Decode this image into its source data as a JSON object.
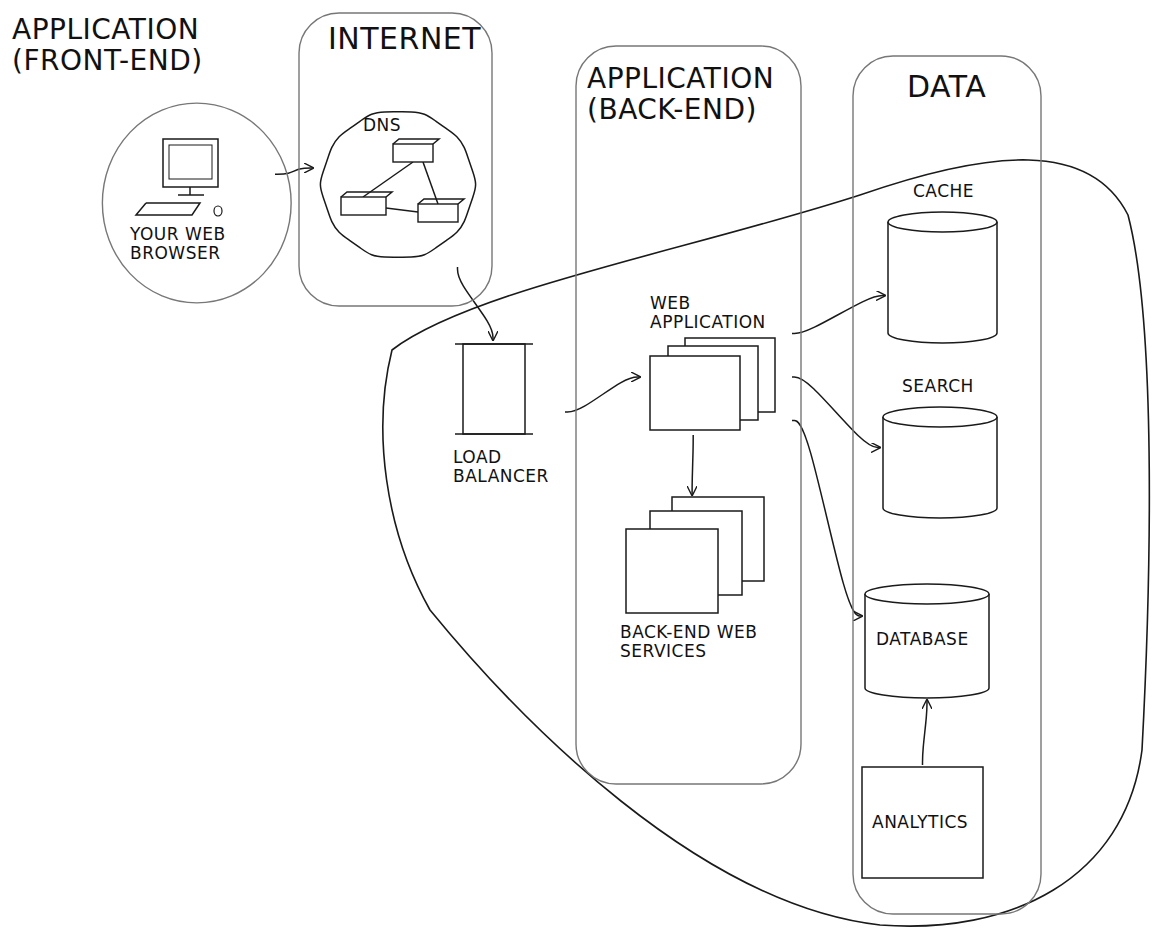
{
  "diagram": {
    "nodes": [
      {
        "text": [
          "APPLICATION (FRONT-END)"
        ]
      },
      {
        "text": [
          "YOUR WEB BROWSER"
        ],
        "in": 0
      },
      {
        "text": [
          "INTERNET"
        ]
      },
      {
        "text": [
          "DNS"
        ],
        "in": 2
      },
      {
        "text": [
          "LOAD BALANCER"
        ]
      },
      {
        "text": [
          "APPLICATION (BACK-END)"
        ]
      },
      {
        "text": [
          "WEB APPLICATION"
        ],
        "in": 5
      },
      {
        "text": [
          "BACK-END WEB SERVICES"
        ],
        "in": 5
      },
      {
        "text": [
          "DATA"
        ]
      },
      {
        "text": [
          "CACHE"
        ],
        "in": 8
      },
      {
        "text": [
          "SEARCH"
        ],
        "in": 8
      },
      {
        "text": [
          "DATABASE"
        ],
        "in": 8
      },
      {
        "text": [
          "ANALYTICS"
        ],
        "in": 8
      }
    ],
    "edges": [
      {
        "from": 1,
        "to": 3,
        "arrow": "to"
      },
      {
        "from": 3,
        "to": 4,
        "arrow": "to"
      },
      {
        "from": 4,
        "to": 6,
        "arrow": "to"
      },
      {
        "from": 6,
        "to": 7,
        "arrow": "to"
      },
      {
        "from": 6,
        "to": 9,
        "arrow": "to"
      },
      {
        "from": 6,
        "to": 10,
        "arrow": "to"
      },
      {
        "from": 6,
        "to": 11,
        "arrow": "to"
      },
      {
        "from": 12,
        "to": 11,
        "arrow": "to"
      }
    ]
  }
}
